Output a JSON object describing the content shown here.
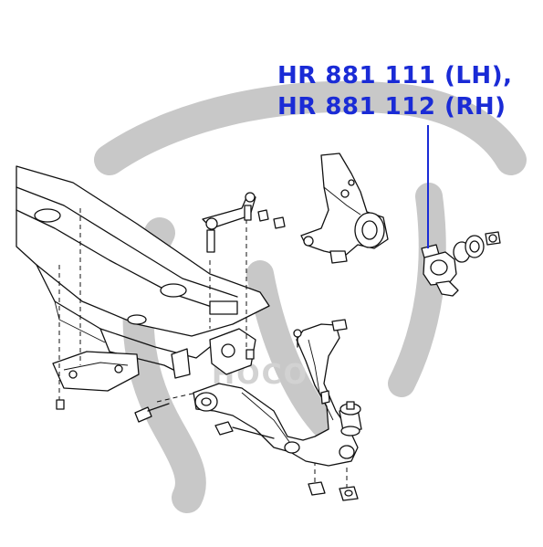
{
  "labels": {
    "part_lh": "HR 881 111 (LH),",
    "part_rh": "HR 881 112 (RH)"
  },
  "watermark_text": "HOCO",
  "colors": {
    "label": "#1a2bd6",
    "leader": "#1a2bd6",
    "watermark": "#c8c8c8",
    "line_art": "#111111"
  }
}
